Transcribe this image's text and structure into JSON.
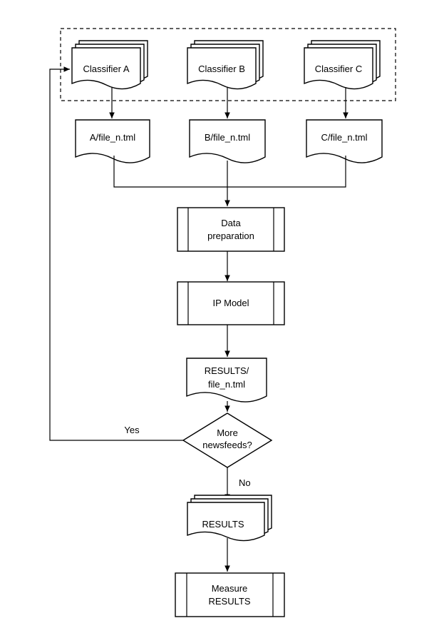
{
  "classifiers": {
    "a": {
      "label": "Classifier A"
    },
    "b": {
      "label": "Classifier B"
    },
    "c": {
      "label": "Classifier C"
    }
  },
  "outputs": {
    "a": {
      "label": "A/file_n.tml"
    },
    "b": {
      "label": "B/file_n.tml"
    },
    "c": {
      "label": "C/file_n.tml"
    }
  },
  "steps": {
    "data_preparation": {
      "line1": "Data",
      "line2": "preparation"
    },
    "ip_model": {
      "label": "IP Model"
    },
    "results_file": {
      "line1": "RESULTS/",
      "line2": "file_n.tml"
    },
    "decision": {
      "line1": "More",
      "line2": "newsfeeds?"
    },
    "results": {
      "label": "RESULTS"
    },
    "measure": {
      "line1": "Measure",
      "line2": "RESULTS"
    }
  },
  "edges": {
    "yes_label": "Yes",
    "no_label": "No"
  }
}
